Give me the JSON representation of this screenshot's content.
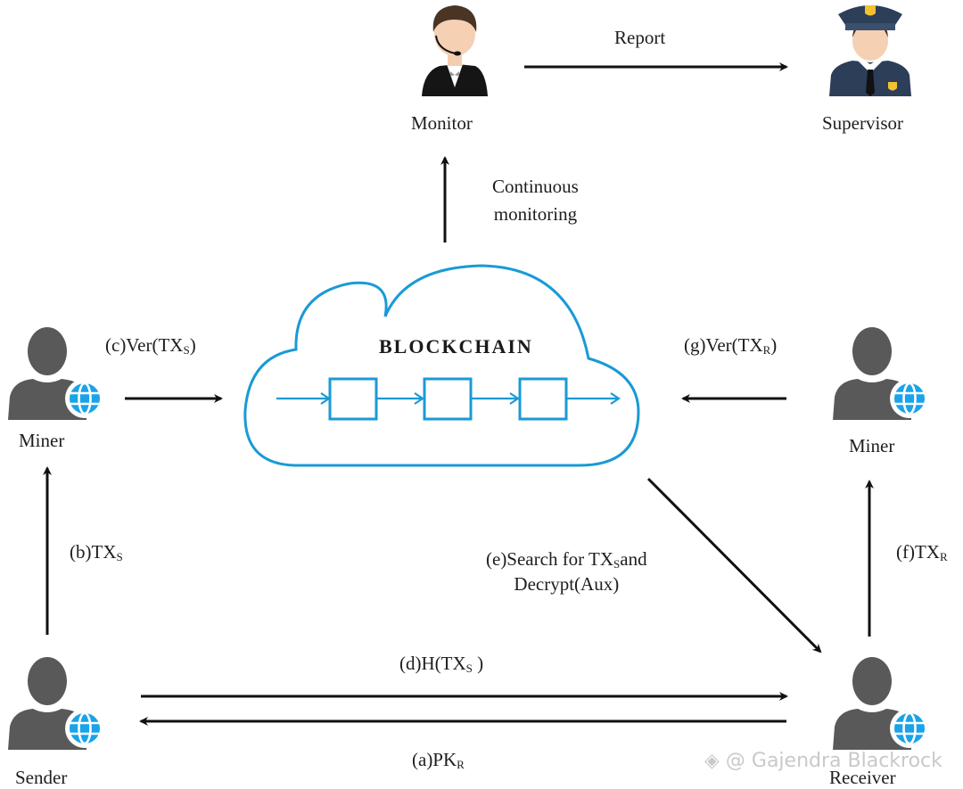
{
  "actors": {
    "monitor": {
      "label": "Monitor",
      "icon": "monitor-person-icon"
    },
    "supervisor": {
      "label": "Supervisor",
      "icon": "police-officer-icon"
    },
    "miner_left": {
      "label": "Miner",
      "icon": "user-globe-icon"
    },
    "miner_right": {
      "label": "Miner",
      "icon": "user-globe-icon"
    },
    "sender": {
      "label": "Sender",
      "icon": "user-globe-icon"
    },
    "receiver": {
      "label": "Receiver",
      "icon": "user-globe-icon"
    }
  },
  "blockchain": {
    "title": "BLOCKCHAIN",
    "block_count": 3,
    "color": "#1a9ad6"
  },
  "edges": {
    "report": {
      "text": "Report"
    },
    "monitoring": {
      "line1": "Continuous",
      "line2": "monitoring"
    },
    "c": {
      "prefix": "(c)Ver(TX",
      "sub": "S",
      "suffix": ")"
    },
    "g": {
      "prefix": "(g)Ver(TX",
      "sub": "R",
      "suffix": ")"
    },
    "b": {
      "prefix": "(b)TX",
      "sub": "S",
      "suffix": ""
    },
    "f": {
      "prefix": "(f)TX",
      "sub": "R",
      "suffix": ""
    },
    "e": {
      "line1_prefix": "(e)Search for TX",
      "line1_sub": "S",
      "line1_suffix": "and",
      "line2": "Decrypt(Aux)"
    },
    "d": {
      "prefix": "(d)H(TX",
      "sub": "S",
      "suffix": " )"
    },
    "a": {
      "prefix": "(a)PK",
      "sub": "R",
      "suffix": ""
    }
  },
  "colors": {
    "person_gray": "#595959",
    "globe_blue": "#1aa3e8",
    "arrow": "#111111",
    "supervisor_navy": "#2c3e58",
    "badge_gold": "#f2c230"
  },
  "watermark": "◈ @ Gajendra Blackrock"
}
